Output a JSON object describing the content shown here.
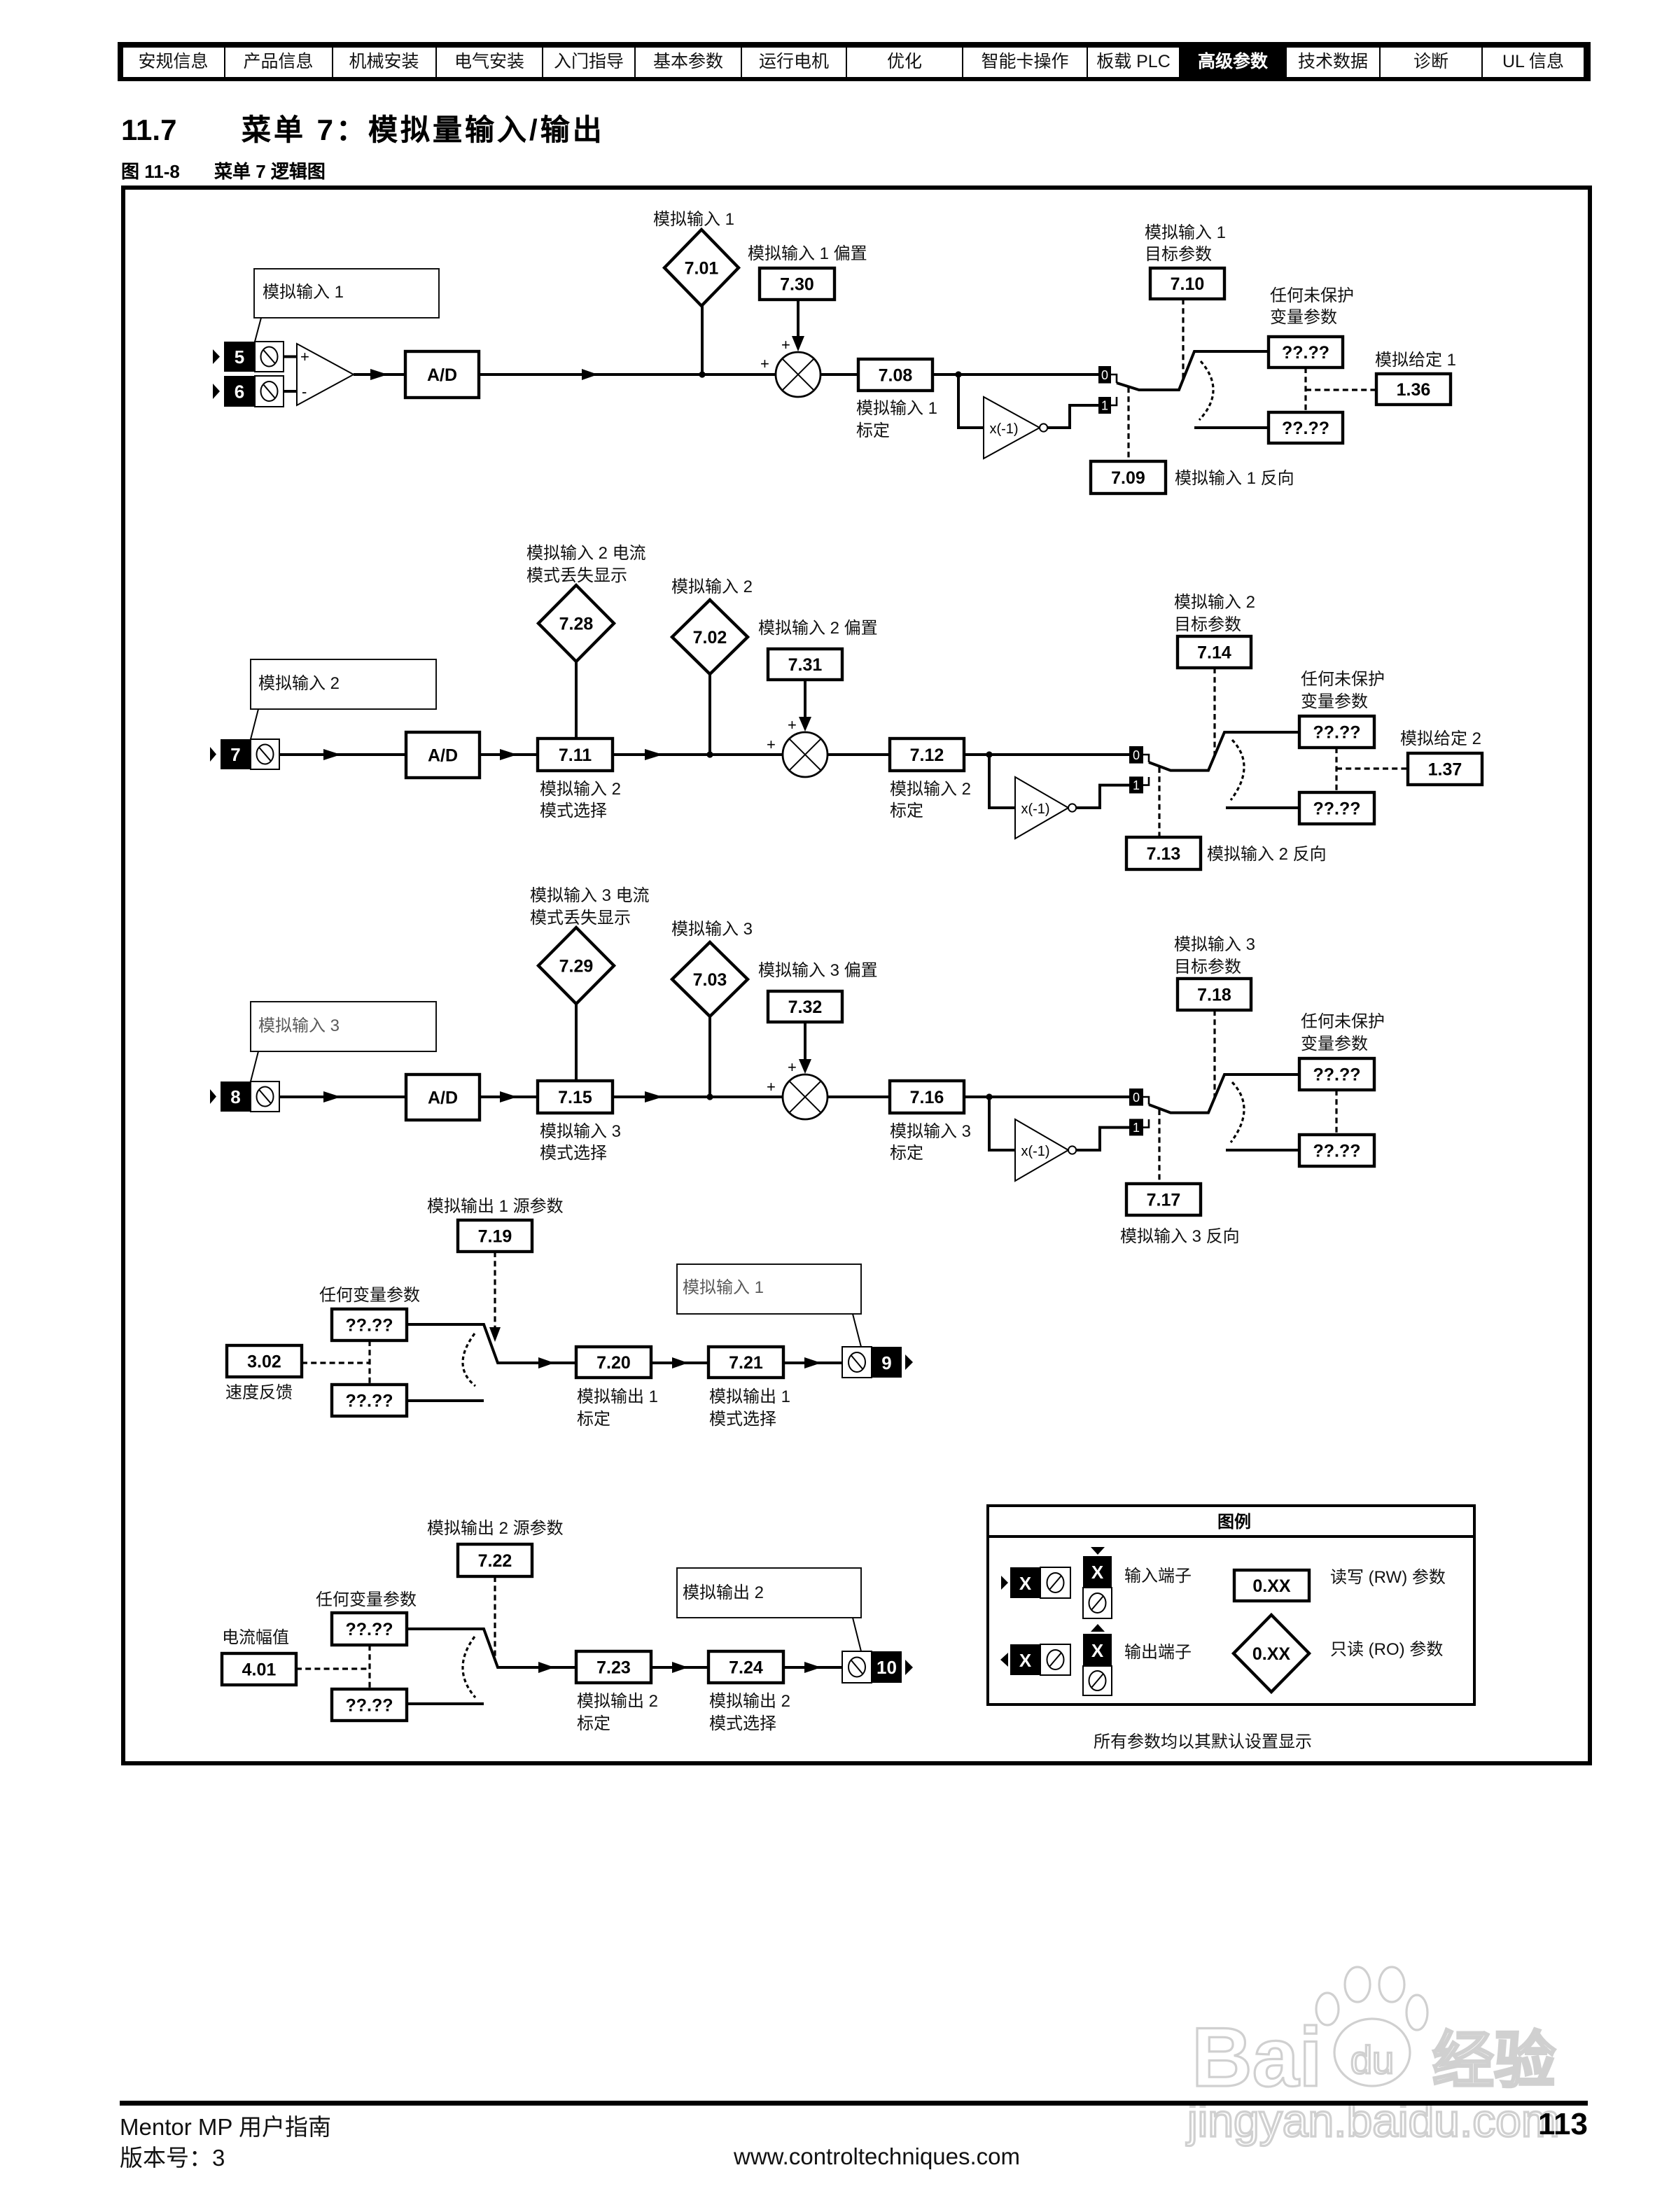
{
  "theme": {
    "ink": "#000000",
    "active_tab_background": "#000000",
    "active_tab_text": "#ffffff",
    "muted_callout_text": "#5a5a5a",
    "watermark": "#d0d0d0"
  },
  "nav": {
    "active_index": 10,
    "tabs": [
      {
        "label": "安规信息"
      },
      {
        "label": "产品信息"
      },
      {
        "label": "机械安装"
      },
      {
        "label": "电气安装"
      },
      {
        "label": "入门指导"
      },
      {
        "label": "基本参数"
      },
      {
        "label": "运行电机"
      },
      {
        "label": "优化"
      },
      {
        "label": "智能卡操作"
      },
      {
        "label": "板载 PLC"
      },
      {
        "label": "高级参数"
      },
      {
        "label": "技术数据"
      },
      {
        "label": "诊断"
      },
      {
        "label": "UL 信息"
      }
    ]
  },
  "heading": {
    "number": "11.7",
    "title": "菜单 7：模拟量输入/输出"
  },
  "figure": {
    "number": "图 11-8",
    "caption": "菜单 7 逻辑图"
  },
  "diagram": {
    "ai1": {
      "callout": "模拟输入 1",
      "terminals": [
        "5",
        "6"
      ],
      "opamp_signs": [
        "+",
        "-"
      ],
      "converter": "A/D",
      "level": {
        "param": "7.01",
        "label": "模拟输入 1"
      },
      "offset": {
        "param": "7.30",
        "label": "模拟输入 1 偏置"
      },
      "sum_signs": [
        "+",
        "+"
      ],
      "scaling": {
        "param": "7.08",
        "label": [
          "模拟输入 1",
          "标定"
        ]
      },
      "inverter": "x(-1)",
      "switch_positions": [
        "0",
        "1"
      ],
      "invert": {
        "param": "7.09",
        "label": "模拟输入 1 反向"
      },
      "destination": {
        "param": "7.10",
        "label": [
          "模拟输入 1",
          "目标参数"
        ]
      },
      "destination_range": {
        "label": [
          "任何未保护",
          "变量参数"
        ],
        "params": [
          "??.??",
          "??.??"
        ]
      },
      "default_destination": {
        "param": "1.36",
        "label": "模拟给定 1"
      }
    },
    "ai2": {
      "callout": "模拟输入 2",
      "terminal": "7",
      "converter": "A/D",
      "current_loss": {
        "param": "7.28",
        "label": [
          "模拟输入 2 电流",
          "模式丢失显示"
        ]
      },
      "mode": {
        "param": "7.11",
        "label": [
          "模拟输入 2",
          "模式选择"
        ]
      },
      "level": {
        "param": "7.02",
        "label": "模拟输入 2"
      },
      "offset": {
        "param": "7.31",
        "label": "模拟输入 2 偏置"
      },
      "sum_signs": [
        "+",
        "+"
      ],
      "scaling": {
        "param": "7.12",
        "label": [
          "模拟输入 2",
          "标定"
        ]
      },
      "inverter": "x(-1)",
      "switch_positions": [
        "0",
        "1"
      ],
      "invert": {
        "param": "7.13",
        "label": "模拟输入 2 反向"
      },
      "destination": {
        "param": "7.14",
        "label": [
          "模拟输入 2",
          "目标参数"
        ]
      },
      "destination_range": {
        "label": [
          "任何未保护",
          "变量参数"
        ],
        "params": [
          "??.??",
          "??.??"
        ]
      },
      "default_destination": {
        "param": "1.37",
        "label": "模拟给定 2"
      }
    },
    "ai3": {
      "callout": "模拟输入 3",
      "terminal": "8",
      "converter": "A/D",
      "current_loss": {
        "param": "7.29",
        "label": [
          "模拟输入 3 电流",
          "模式丢失显示"
        ]
      },
      "mode": {
        "param": "7.15",
        "label": [
          "模拟输入 3",
          "模式选择"
        ]
      },
      "level": {
        "param": "7.03",
        "label": "模拟输入 3"
      },
      "offset": {
        "param": "7.32",
        "label": "模拟输入 3 偏置"
      },
      "sum_signs": [
        "+",
        "+"
      ],
      "scaling": {
        "param": "7.16",
        "label": [
          "模拟输入 3",
          "标定"
        ]
      },
      "inverter": "x(-1)",
      "switch_positions": [
        "0",
        "1"
      ],
      "invert": {
        "param": "7.17",
        "label": "模拟输入 3 反向"
      },
      "destination": {
        "param": "7.18",
        "label": [
          "模拟输入 3",
          "目标参数"
        ]
      },
      "destination_range": {
        "label": [
          "任何未保护",
          "变量参数"
        ],
        "params": [
          "??.??",
          "??.??"
        ]
      }
    },
    "ao1": {
      "callout": "模拟输入 1",
      "terminal": "9",
      "source": {
        "param": "7.19",
        "label": "模拟输出 1 源参数"
      },
      "source_range": {
        "label": "任何变量参数",
        "params": [
          "??.??",
          "??.??"
        ]
      },
      "default_source": {
        "param": "3.02",
        "label": "速度反馈"
      },
      "scaling": {
        "param": "7.20",
        "label": [
          "模拟输出 1",
          "标定"
        ]
      },
      "mode": {
        "param": "7.21",
        "label": [
          "模拟输出 1",
          "模式选择"
        ]
      }
    },
    "ao2": {
      "callout": "模拟输出 2",
      "terminal": "10",
      "source": {
        "param": "7.22",
        "label": "模拟输出 2 源参数"
      },
      "source_range": {
        "label": "任何变量参数",
        "params": [
          "??.??",
          "??.??"
        ]
      },
      "default_source": {
        "param": "4.01",
        "label": "电流幅值"
      },
      "scaling": {
        "param": "7.23",
        "label": [
          "模拟输出 2",
          "标定"
        ]
      },
      "mode": {
        "param": "7.24",
        "label": [
          "模拟输出 2",
          "模式选择"
        ]
      }
    },
    "legend": {
      "title": "图例",
      "terminal_id": "X",
      "input_terminal": "输入端子",
      "output_terminal": "输出端子",
      "rw_sample": "0.XX",
      "rw_label": "读写 (RW) 参数",
      "ro_sample": "0.XX",
      "ro_label": "只读 (RO) 参数"
    },
    "note": "所有参数均以其默认设置显示"
  },
  "footer": {
    "manual": "Mentor MP 用户指南",
    "version": "版本号：3",
    "url": "www.controltechniques.com",
    "page": "113"
  },
  "watermark": {
    "brand": "Bai",
    "paw_text": "du",
    "product": "经验",
    "url": "jingyan.baidu.com"
  }
}
